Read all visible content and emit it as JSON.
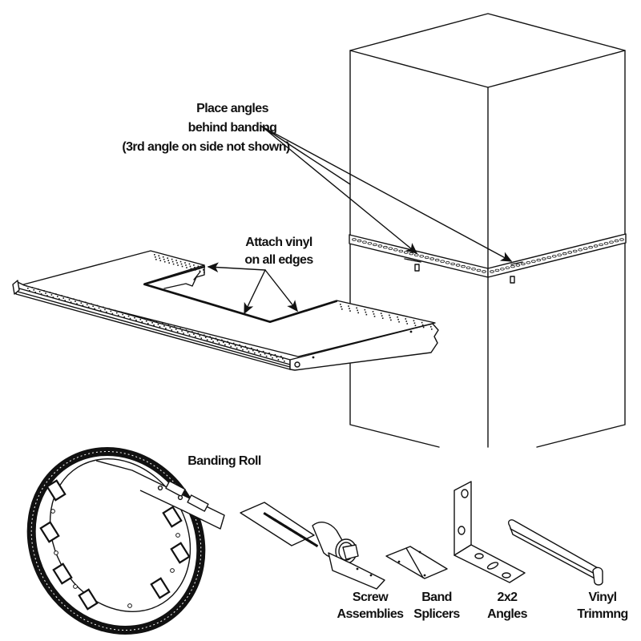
{
  "colors": {
    "line": "#111111",
    "background": "#ffffff"
  },
  "callouts": {
    "angles": {
      "line1": "Place angles",
      "line2": "behind banding",
      "line3": "(3rd angle on side not shown)"
    },
    "vinyl": {
      "line1": "Attach vinyl",
      "line2": "on all edges"
    }
  },
  "parts": {
    "banding_roll": {
      "label": "Banding Roll"
    },
    "screw_assemblies": {
      "line1": "Screw",
      "line2": "Assemblies"
    },
    "band_splicers": {
      "line1": "Band",
      "line2": "Splicers"
    },
    "angles": {
      "line1": "2x2",
      "line2": "Angles"
    },
    "vinyl_trimming": {
      "line1": "Vinyl",
      "line2": "Trimmng"
    }
  }
}
